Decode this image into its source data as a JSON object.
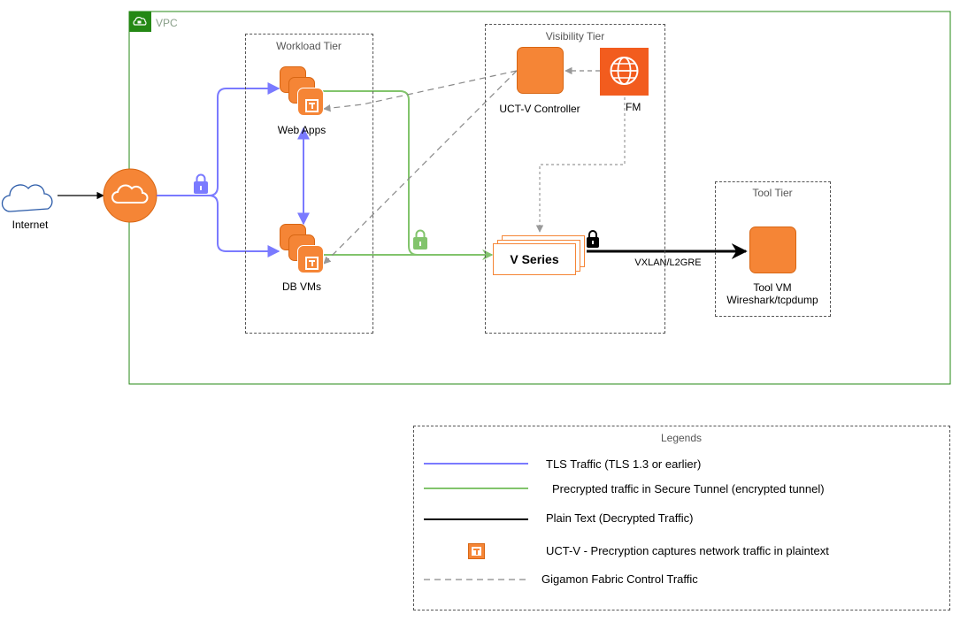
{
  "vpc": {
    "label": "VPC"
  },
  "internet": {
    "label": "Internet"
  },
  "workload_tier": {
    "title": "Workload Tier",
    "web_apps": "Web Apps",
    "db_vms": "DB VMs"
  },
  "visibility_tier": {
    "title": "Visibility Tier",
    "controller": "UCT-V Controller",
    "fm": "FM",
    "v_series": "V Series"
  },
  "tool_tier": {
    "title": "Tool Tier",
    "tool_vm": "Tool VM",
    "tool_vm_sub": "Wireshark/tcpdump"
  },
  "edge_labels": {
    "vxlan": "VXLAN/L2GRE"
  },
  "legend": {
    "title": "Legends",
    "items": [
      {
        "label": "TLS Traffic (TLS 1.3 or earlier)",
        "color": "#7a7aff",
        "style": "solid"
      },
      {
        "label": "Precrypted traffic in Secure Tunnel (encrypted tunnel)",
        "color": "#82c46c",
        "style": "solid"
      },
      {
        "label": "Plain Text (Decrypted Traffic)",
        "color": "#000000",
        "style": "solid"
      },
      {
        "label": "UCT-V - Precryption captures network traffic in plaintext",
        "icon": "uct-v-icon"
      },
      {
        "label": "Gigamon Fabric Control Traffic",
        "color": "#888888",
        "style": "dashed"
      }
    ]
  },
  "colors": {
    "vpc_border": "#248814",
    "orange": "#f58536",
    "orange_dark": "#d86613",
    "tls": "#7a7aff",
    "precrypt": "#82c46c",
    "control": "#888888"
  }
}
